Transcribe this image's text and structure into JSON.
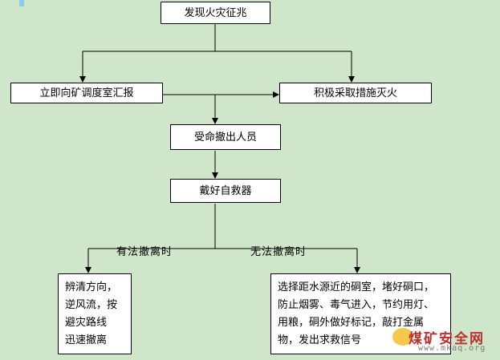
{
  "diagram": {
    "nodes": {
      "start": "发现火灾征兆",
      "report": "立即向矿调度室汇报",
      "fight": "积极采取措施灭火",
      "evacuate_order": "受命撤出人员",
      "self_rescuer": "戴好自救器",
      "can_escape": [
        "辨清方向，",
        "逆风流，按",
        "避灾路线",
        "迅速撤离"
      ],
      "cannot_escape": [
        "选择距水源近的硐室，堵好硐口，",
        "防止烟雾、毒气进入，节约用灯、",
        "用粮，硐外做好标记，敲打金属",
        "物，发出求救信号"
      ]
    },
    "edge_labels": {
      "left": "有法撤离时",
      "right": "无法撤离时"
    }
  },
  "watermark": {
    "title": "煤矿安全网",
    "url": "www.mkaq.org"
  }
}
